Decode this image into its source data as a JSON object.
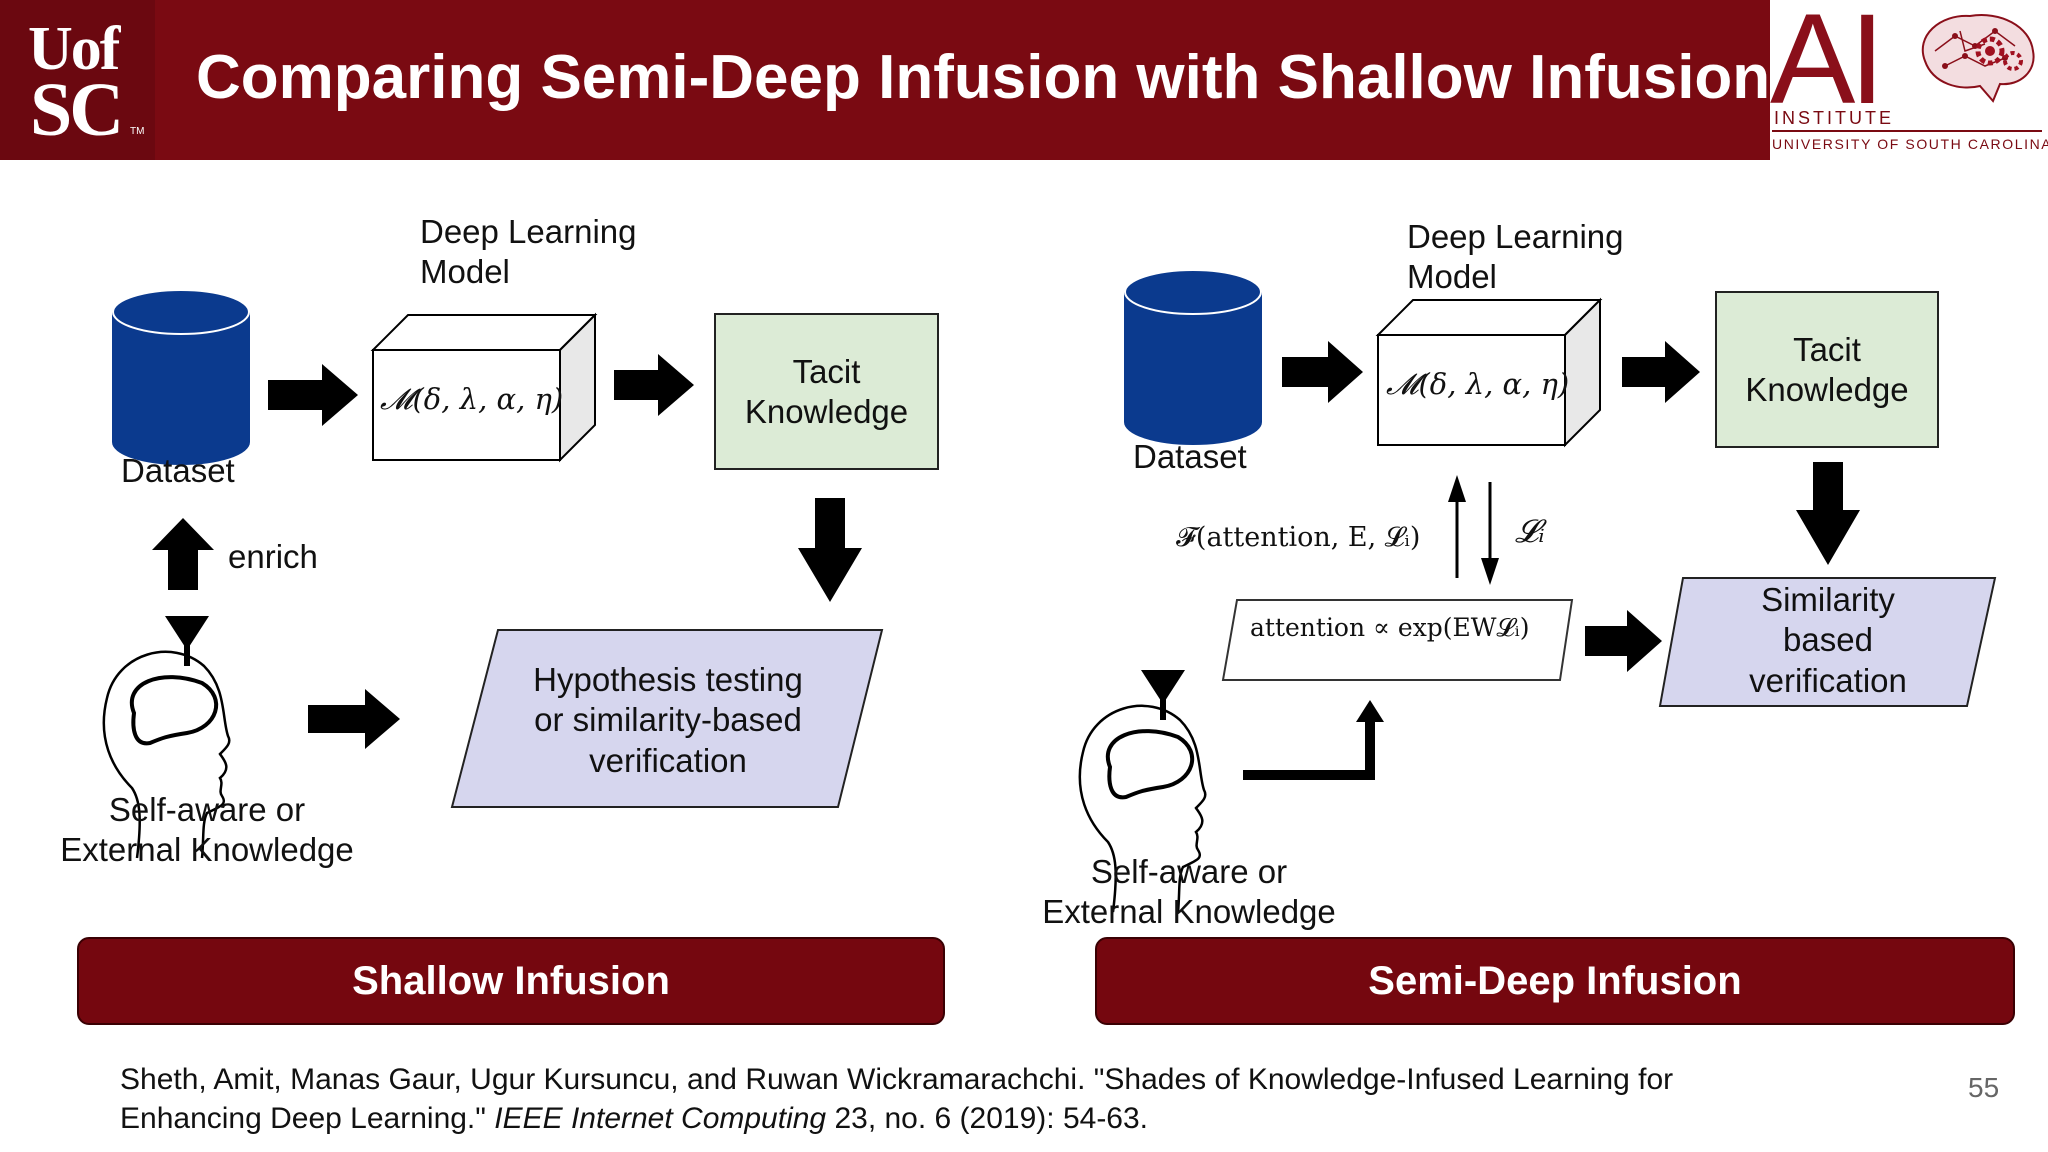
{
  "header": {
    "title": "Comparing Semi-Deep Infusion with Shallow Infusion",
    "logo_left_line1": "Uof",
    "logo_left_line2": "SC",
    "logo_left_tm": "TM",
    "logo_right_ai": "AI",
    "logo_right_institute": "INSTITUTE",
    "logo_right_university": "UNIVERSITY OF SOUTH CAROLINA"
  },
  "left": {
    "model_label": "Deep Learning\nModel",
    "model_formula": "𝓜(δ, λ, α, η)",
    "dataset_label": "Dataset",
    "tacit_label": "Tacit\nKnowledge",
    "enrich_label": "enrich",
    "knowledge_label": "Self-aware or\nExternal Knowledge",
    "verification_label": "Hypothesis testing\nor similarity-based\nverification",
    "banner": "Shallow Infusion"
  },
  "right": {
    "model_label": "Deep Learning\nModel",
    "model_formula": "𝓜(δ, λ, α, η)",
    "dataset_label": "Dataset",
    "tacit_label": "Tacit\nKnowledge",
    "f_formula": "𝓕(attention, E, 𝓛ᵢ)",
    "loss_formula": "𝓛ᵢ",
    "attention_formula": "attention ∝ exp(EW𝓛ᵢ)",
    "knowledge_label": "Self-aware or\nExternal Knowledge",
    "verification_label": "Similarity\nbased\nverification",
    "banner": "Semi-Deep Infusion"
  },
  "citation": {
    "line1": "Sheth, Amit, Manas Gaur, Ugur Kursuncu, and Ruwan Wickramarachchi. \"Shades of Knowledge-Infused Learning for",
    "line2_pre": "Enhancing Deep Learning.\" ",
    "line2_italic": "IEEE Internet Computing",
    "line2_post": " 23, no. 6 (2019): 54-63."
  },
  "page_number": "55",
  "colors": {
    "header_bg": "#7a0a12",
    "dataset_blue": "#0a3a8c",
    "tacit_green": "#dcebd6",
    "verification_lavender": "#d6d6ee",
    "banner_bg": "#75070f"
  }
}
